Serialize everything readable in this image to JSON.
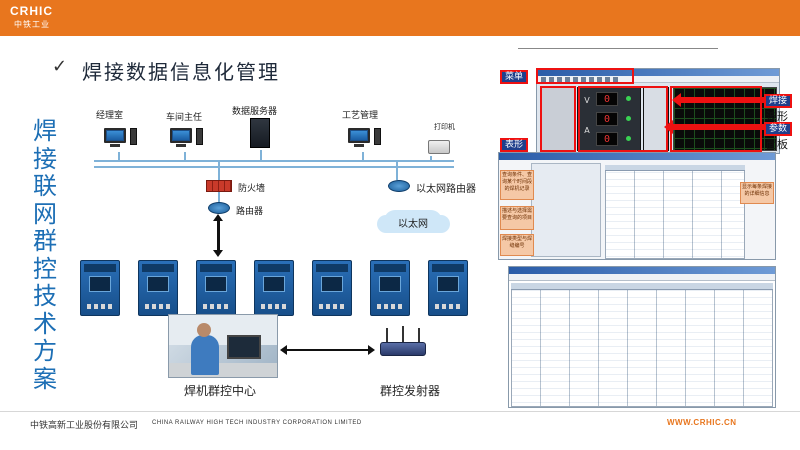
{
  "header": {
    "logo_en": "CRHIC",
    "logo_cn": "中铁工业",
    "accent_color": "#e8761e"
  },
  "title": {
    "check_icon": "check-icon",
    "text": "焊接数据信息化管理"
  },
  "vertical_title": [
    "焊",
    "接",
    "联",
    "网",
    "群",
    "控",
    "技",
    "术",
    "方",
    "案"
  ],
  "diagram": {
    "nodes": {
      "office": "经理室",
      "workshop_director": "车间主任",
      "data_server": "数据服务器",
      "process_mgmt": "工艺管理",
      "printer": "打印机",
      "firewall": "防火墙",
      "router": "路由器",
      "ethernet_router": "以太网路由器",
      "ethernet": "以太网",
      "control_center": "焊机群控中心",
      "transmitter": "群控发射器"
    }
  },
  "screens": {
    "labels": {
      "menu": "菜单",
      "gauge": "表形",
      "weld_wave": "焊接",
      "wave_panel": "波形",
      "param": "参数",
      "panel": "面板"
    },
    "notes": {
      "note1": "查询条件、查询某个时间段的焊机记录",
      "note2": "描述与选择需要查询的项目",
      "note3": "显示每条焊接的详细信息",
      "note4": "焊接类型与焊缝编号"
    },
    "digits": [
      "0",
      "0",
      "0"
    ],
    "vlabels": [
      "V",
      "A"
    ]
  },
  "footer": {
    "company_cn": "中铁高新工业股份有限公司",
    "company_en": "CHINA RAILWAY HIGH TECH INDUSTRY CORPORATION LIMITED",
    "url": "WWW.CRHIC.CN"
  }
}
